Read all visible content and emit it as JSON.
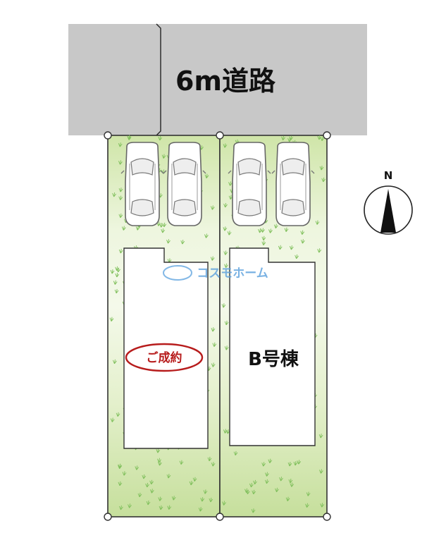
{
  "road": {
    "label": "6m道路"
  },
  "lots": [
    {
      "id": "A",
      "label": "ご成約",
      "status": "sold"
    },
    {
      "id": "B",
      "label": "B号棟",
      "status": "available"
    }
  ],
  "compass": {
    "label": "N"
  },
  "watermark": {
    "text": "コスモホーム"
  },
  "colors": {
    "road": "#c8c8c8",
    "lot_fill": "#d6e9b5",
    "lot_fill_light": "#f1f8e4",
    "grass": "#7fbf5b",
    "sold_stamp": "#b71c1c",
    "watermark": "#5aa0dd"
  }
}
